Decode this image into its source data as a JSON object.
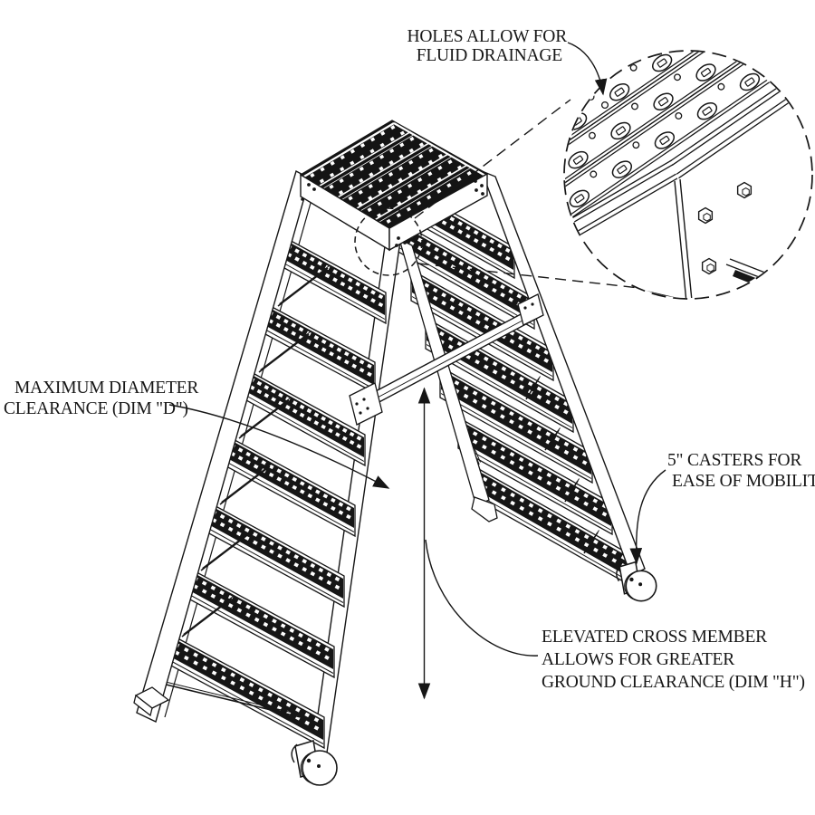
{
  "figure": {
    "type": "technical-line-illustration",
    "subject": "rolling platform step ladder"
  },
  "annotations": {
    "holes": {
      "lines": [
        "HOLES ALLOW FOR",
        "FLUID DRAINAGE"
      ]
    },
    "max_diameter": {
      "lines": [
        "MAXIMUM DIAMETER",
        "CLEARANCE  (DIM \"D\")"
      ]
    },
    "casters": {
      "lines": [
        "5\" CASTERS FOR",
        "EASE OF MOBILITY"
      ]
    },
    "cross_member": {
      "lines": [
        "ELEVATED CROSS MEMBER",
        "ALLOWS FOR GREATER",
        "GROUND CLEARANCE (DIM  \"H\")"
      ]
    }
  },
  "dimension_labels": [
    "D",
    "H"
  ],
  "colors": {
    "ink": "#161616",
    "paper": "#ffffff"
  }
}
